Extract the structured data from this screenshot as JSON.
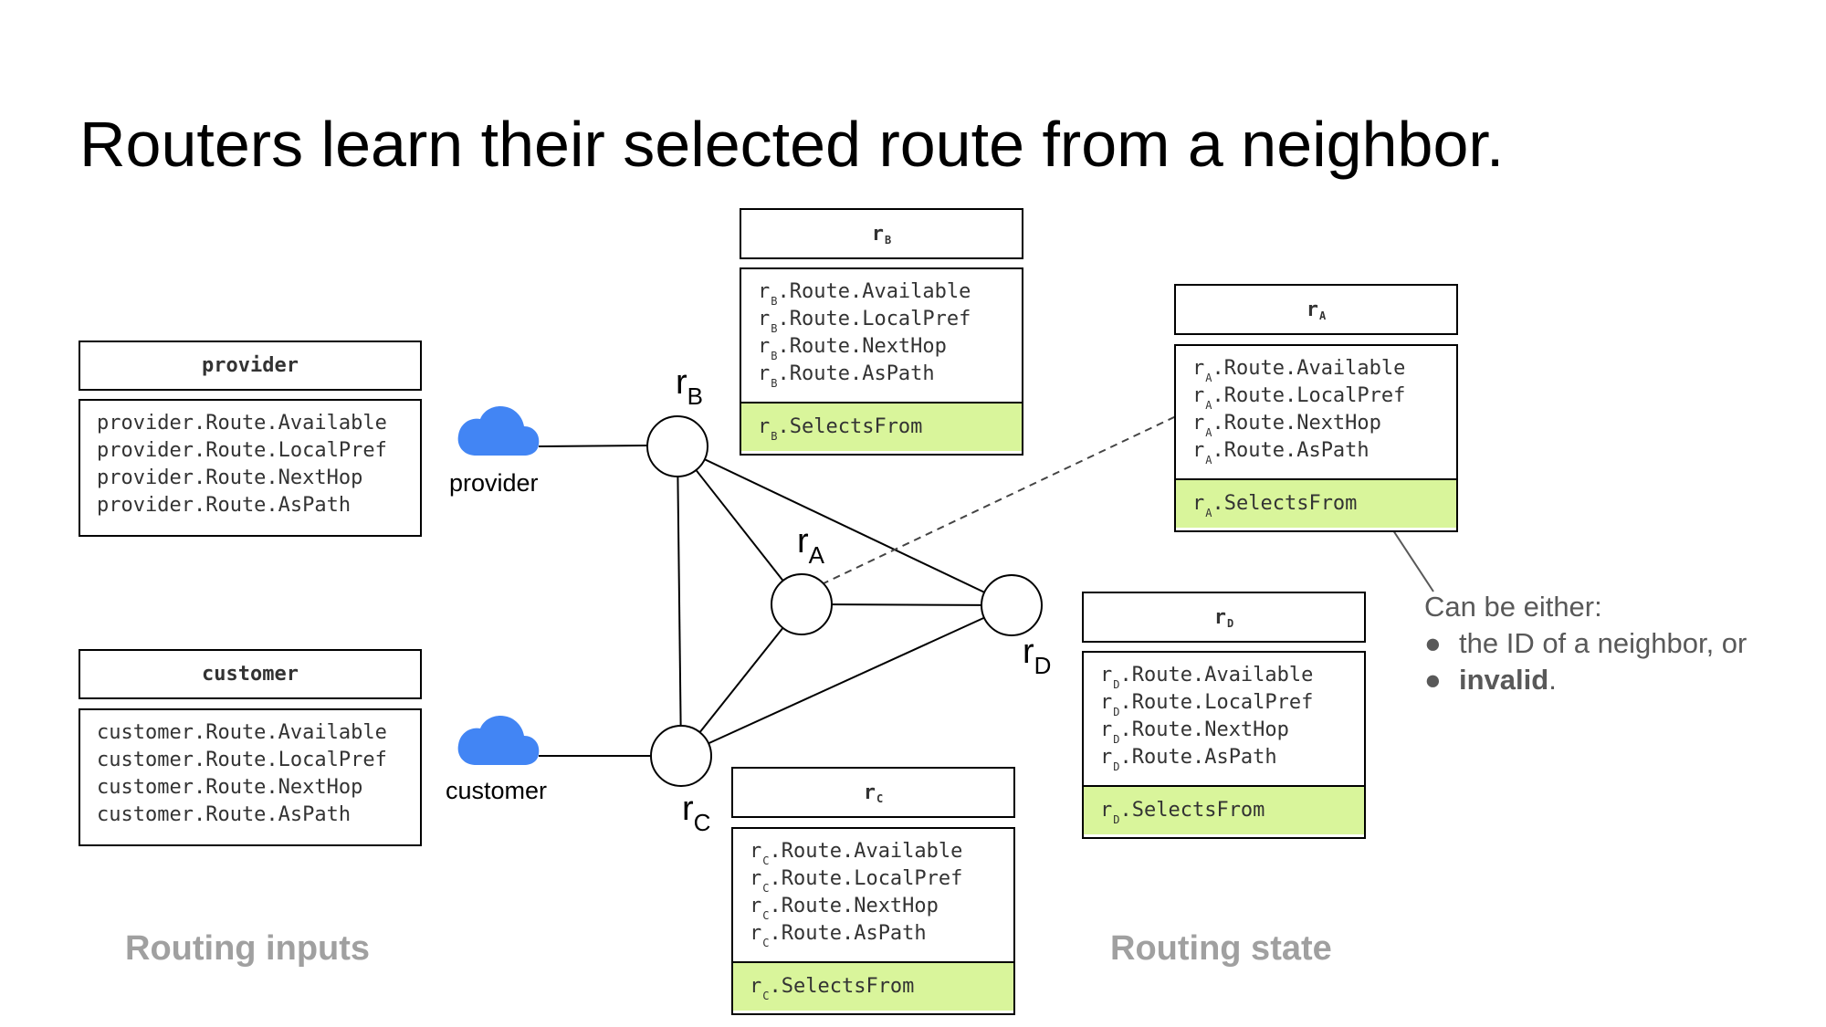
{
  "title": "Routers learn their selected route from a neighbor.",
  "inputs": {
    "provider": {
      "header": "provider",
      "lines": [
        "provider.Route.Available",
        "provider.Route.LocalPref",
        "provider.Route.NextHop",
        "provider.Route.AsPath"
      ]
    },
    "customer": {
      "header": "customer",
      "lines": [
        "customer.Route.Available",
        "customer.Route.LocalPref",
        "customer.Route.NextHop",
        "customer.Route.AsPath"
      ]
    }
  },
  "routers": {
    "B": {
      "r": "r",
      "sub": "B",
      "fields": [
        ".Route.Available",
        ".Route.LocalPref",
        ".Route.NextHop",
        ".Route.AsPath"
      ],
      "selects": ".SelectsFrom"
    },
    "A": {
      "r": "r",
      "sub": "A",
      "fields": [
        ".Route.Available",
        ".Route.LocalPref",
        ".Route.NextHop",
        ".Route.AsPath"
      ],
      "selects": ".SelectsFrom"
    },
    "D": {
      "r": "r",
      "sub": "D",
      "fields": [
        ".Route.Available",
        ".Route.LocalPref",
        ".Route.NextHop",
        ".Route.AsPath"
      ],
      "selects": ".SelectsFrom"
    },
    "C": {
      "r": "r",
      "sub": "C",
      "fields": [
        ".Route.Available",
        ".Route.LocalPref",
        ".Route.NextHop",
        ".Route.AsPath"
      ],
      "selects": ".SelectsFrom"
    }
  },
  "clouds": {
    "provider": "provider",
    "customer": "customer"
  },
  "node_labels": {
    "B": {
      "r": "r",
      "sub": "B"
    },
    "A": {
      "r": "r",
      "sub": "A"
    },
    "D": {
      "r": "r",
      "sub": "D"
    },
    "C": {
      "r": "r",
      "sub": "C"
    }
  },
  "captions": {
    "inputs": "Routing inputs",
    "state": "Routing state"
  },
  "note": {
    "intro": "Can be either:",
    "bullet_char": "●",
    "item1": "the ID of a neighbor, or",
    "item2_bold": "invalid",
    "item2_tail": "."
  },
  "colors": {
    "cloud": "#4285f4",
    "selects_highlight": "#d9f59b",
    "caption": "#a0a0a0",
    "note_text": "#595959"
  }
}
